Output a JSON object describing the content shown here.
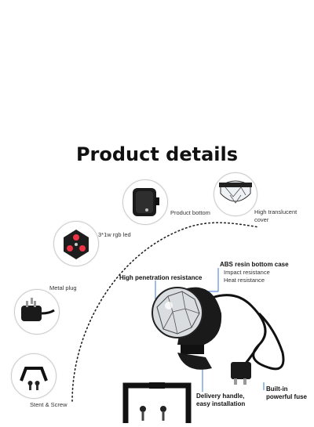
{
  "heading": "Product details",
  "features": {
    "product_bottom": "Product bottom",
    "translucent_line1": "High translucent",
    "translucent_line2": "cover",
    "rgb_led": "3*1w rgb led",
    "metal_plug": "Metal plug",
    "stent_screw": "Stent & Screw",
    "penetration": "High penetration resistance",
    "abs_title": "ABS resin bottom case",
    "abs_line1": "Impact resistance",
    "abs_line2": "Heat resistance",
    "handle_line1": "Delivery handle,",
    "handle_line2": "easy installation",
    "fuse_line1": "Built-in",
    "fuse_line2": "powerful fuse"
  }
}
